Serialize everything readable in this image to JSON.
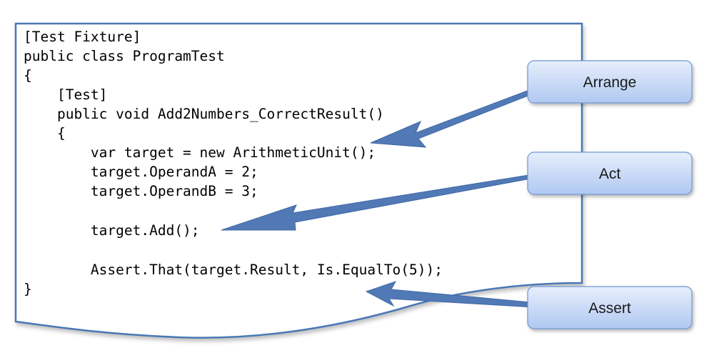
{
  "code_lines": [
    "[Test Fixture]",
    "public class ProgramTest",
    "{",
    "    [Test]",
    "    public void Add2Numbers_CorrectResult()",
    "    {",
    "        var target = new ArithmeticUnit();",
    "        target.OperandA = 2;",
    "        target.OperandB = 3;",
    "",
    "        target.Add();",
    "",
    "        Assert.That(target.Result, Is.EqualTo(5));",
    "}"
  ],
  "callouts": {
    "arrange": "Arrange",
    "act": "Act",
    "assert": "Assert"
  },
  "colors": {
    "document_border": "#4a78b4",
    "callout_fill_top": "#e4ecfb",
    "callout_fill_bottom": "#b2c9f1",
    "callout_border": "#6f93cc",
    "arrow": "#5179b6"
  }
}
